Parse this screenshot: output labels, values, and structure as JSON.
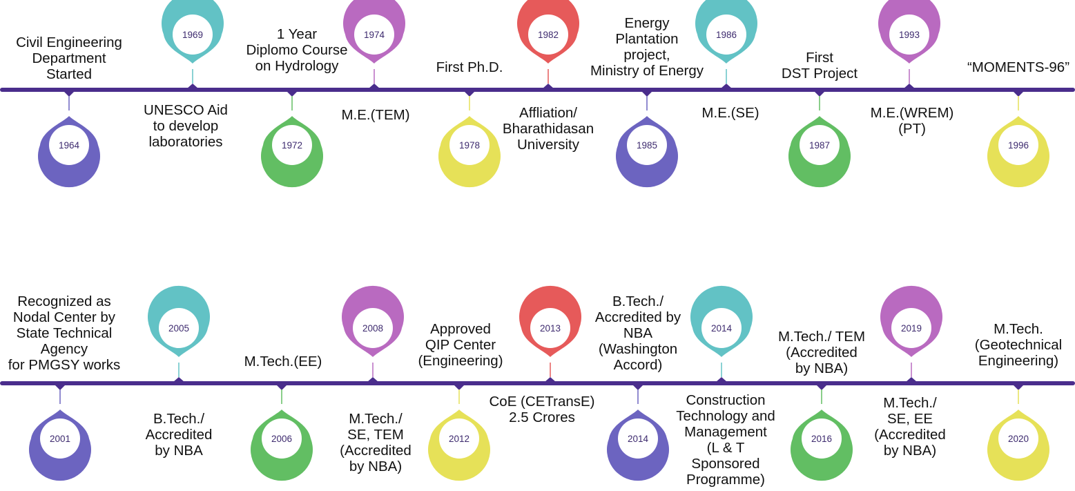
{
  "colors": {
    "timeline": "#4a2d8c",
    "teal": "#62c2c5",
    "purple": "#b96ac0",
    "red": "#e65a5a",
    "blue": "#6c64c0",
    "green": "#62be63",
    "yellow": "#e6e158",
    "year_text": "#3d2a6e"
  },
  "timelines": [
    {
      "events": [
        {
          "year": "1964",
          "color": "blue",
          "position": "below",
          "label": "Civil Engineering\nDepartment\nStarted"
        },
        {
          "year": "1969",
          "color": "teal",
          "position": "above",
          "label": "UNESCO Aid\nto develop\nlaboratories"
        },
        {
          "year": "1972",
          "color": "green",
          "position": "below",
          "label": "1 Year\nDiplomo Course\non Hydrology"
        },
        {
          "year": "1974",
          "color": "purple",
          "position": "above",
          "label": "M.E.(TEM)"
        },
        {
          "year": "1978",
          "color": "yellow",
          "position": "below",
          "label": "First Ph.D."
        },
        {
          "year": "1982",
          "color": "red",
          "position": "above",
          "label": "Affliation/\nBharathidasan\nUniversity"
        },
        {
          "year": "1985",
          "color": "blue",
          "position": "below",
          "label": "Energy\nPlantation\nproject,\nMinistry of Energy"
        },
        {
          "year": "1986",
          "color": "teal",
          "position": "above",
          "label": "M.E.(SE)"
        },
        {
          "year": "1987",
          "color": "green",
          "position": "below",
          "label": "First\nDST Project"
        },
        {
          "year": "1993",
          "color": "purple",
          "position": "above",
          "label": "M.E.(WREM)\n(PT)"
        },
        {
          "year": "1996",
          "color": "yellow",
          "position": "below",
          "label": "“MOMENTS-96”"
        }
      ]
    },
    {
      "events": [
        {
          "year": "2001",
          "color": "blue",
          "position": "below",
          "label": "Recognized as\nNodal Center by\nState Technical\nAgency\nfor PMGSY works"
        },
        {
          "year": "2005",
          "color": "teal",
          "position": "above",
          "label": "B.Tech./\nAccredited\nby NBA"
        },
        {
          "year": "2006",
          "color": "green",
          "position": "below",
          "label": "M.Tech.(EE)"
        },
        {
          "year": "2008",
          "color": "purple",
          "position": "above",
          "label": "M.Tech./\nSE, TEM\n(Accredited\nby NBA)"
        },
        {
          "year": "2012",
          "color": "yellow",
          "position": "below",
          "label": "Approved\nQIP Center\n(Engineering)"
        },
        {
          "year": "2013",
          "color": "red",
          "position": "above",
          "label": "CoE (CETransE)\n2.5 Crores"
        },
        {
          "year": "2014",
          "color": "blue",
          "position": "below",
          "label": "B.Tech./\nAccredited by\nNBA\n(Washington\nAccord)"
        },
        {
          "year": "2014",
          "color": "teal",
          "position": "above",
          "label": "Construction\nTechnology and\nManagement\n(L & T\nSponsored\nProgramme)"
        },
        {
          "year": "2016",
          "color": "green",
          "position": "below",
          "label": "M.Tech./ TEM\n(Accredited\nby NBA)"
        },
        {
          "year": "2019",
          "color": "purple",
          "position": "above",
          "label": "M.Tech./\nSE, EE\n(Accredited\nby NBA)"
        },
        {
          "year": "2020",
          "color": "yellow",
          "position": "below",
          "label": "M.Tech.\n(Geotechnical\nEngineering)"
        }
      ]
    }
  ]
}
